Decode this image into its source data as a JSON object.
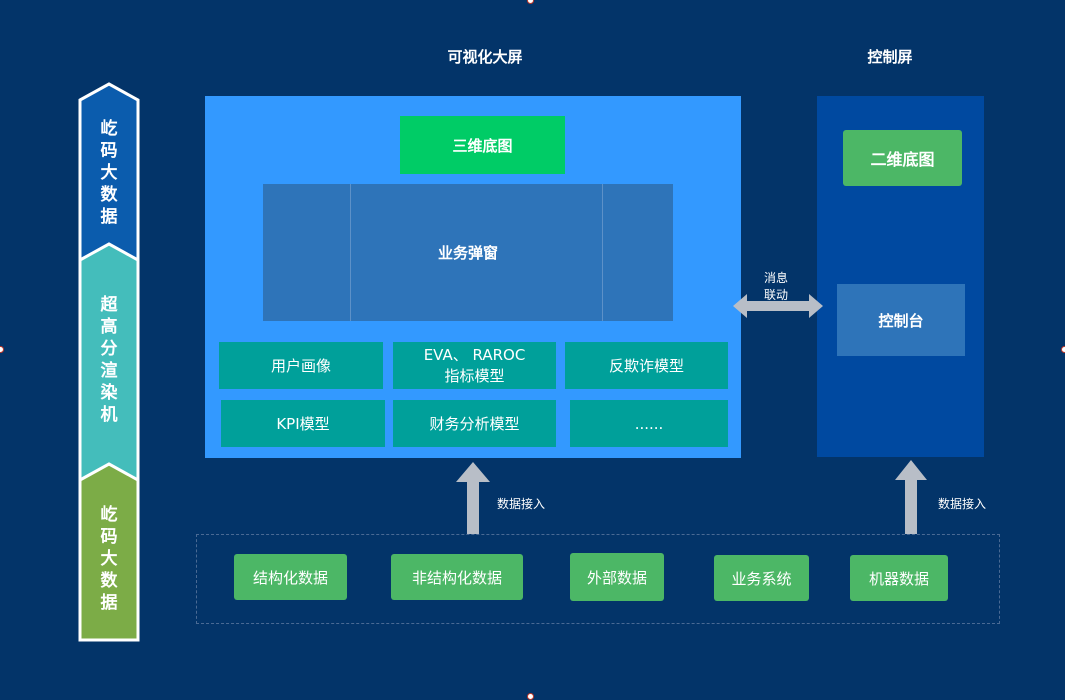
{
  "headers": {
    "visual_screen": "可视化大屏",
    "control_screen": "控制屏"
  },
  "visual": {
    "base_map_3d": "三维底图",
    "business_popup": "业务弹窗",
    "models": [
      "用户画像",
      "EVA、 RAROC",
      "反欺诈模型",
      "KPI模型",
      "财务分析模型",
      "......"
    ],
    "model_eva_line2": "指标模型"
  },
  "control": {
    "base_map_2d": "二维底图",
    "console": "控制台"
  },
  "link": {
    "line1": "消息",
    "line2": "联动"
  },
  "data_access": {
    "left": "数据接入",
    "right": "数据接入"
  },
  "sources": [
    "结构化数据",
    "非结构化数据",
    "外部数据",
    "业务系统",
    "机器数据"
  ],
  "sidebar": [
    {
      "label": "屹码大数据",
      "color": "#0b5cad"
    },
    {
      "label": "超高分渲染机",
      "color": "#44bdbb"
    },
    {
      "label": "屹码大数据",
      "color": "#7cac47"
    }
  ]
}
